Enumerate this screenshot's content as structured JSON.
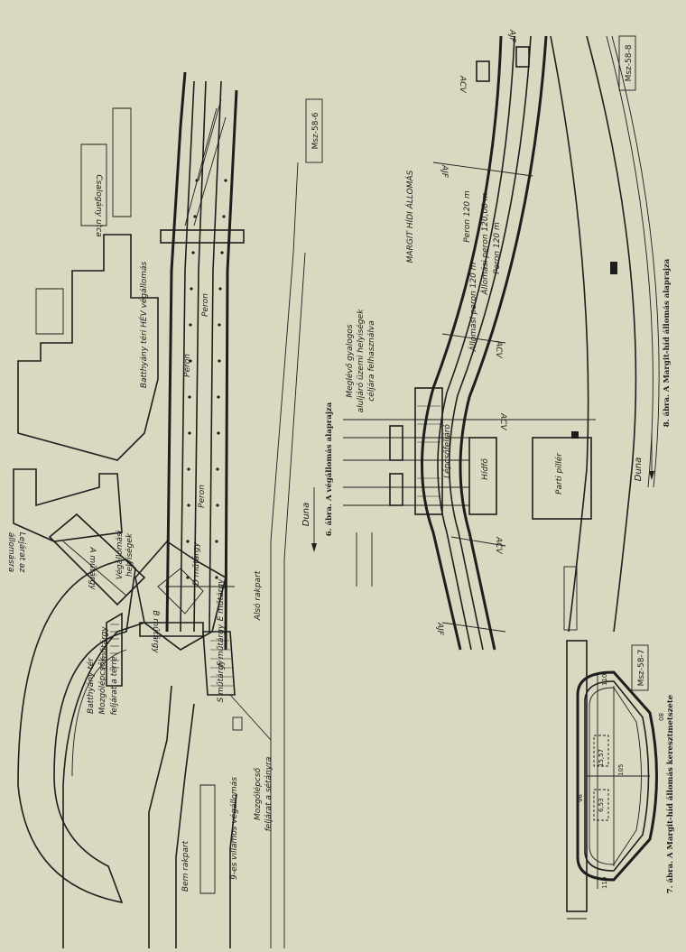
{
  "figure6": {
    "caption": "6. ábra. A végállomás alaprajza",
    "stamp": "Msz-58-6",
    "labels": {
      "hev_terminus": "Batthyány téri HÉV végállomás",
      "peron": "Peron",
      "csalogany_utca": "Csalogány utca",
      "vegallomasi_line1": "Végállomási",
      "vegallomasi_line2": "helyiségek",
      "lejarat_line1": "Lejárat az",
      "lejarat_line2": "állomásra",
      "a_mutargy": "A műtárgy",
      "batthyany_line1": "Batthyány tér",
      "batthyany_line2": "Mozgólépcsők",
      "batthyany_line3": "feljárat a térre",
      "c_mutargy": "C műtárgy",
      "b_mutargy": "B műtárgy",
      "d_mutargy": "D műtárgy",
      "e_mutargy": "E műtárgy",
      "f_mutargy": "F műtárgy",
      "s_mutargy": "S műtárgy",
      "also_rakpart": "Alsó rakpart",
      "bem_rakpart": "Bem rakpart",
      "tram_terminus": "9-es villamos végállomás",
      "mozgolepcso_line1": "Mozgólépcső",
      "mozgolepcso_line2": "feljárat a sétányra",
      "duna": "Duna"
    }
  },
  "figure8": {
    "caption": "8. ábra. A Margit-híd állomás alaprajza",
    "stamp": "Msz-58-8",
    "labels": {
      "station_name": "MARGIT HÍDI ÁLLOMÁS",
      "peron_120": "Peron 120 m",
      "allomasi_peron_12000": "Állomási peron 120,00 m",
      "allomasi_peron_120": "Állomási peron 120 m",
      "gyalogos_line1": "Meglévő gyalogos",
      "gyalogos_line2": "aluljáró üzemi helyiségek",
      "gyalogos_line3": "céljára felhasználva",
      "gyalogos_line4": "",
      "lepcso": "Lépcsőfeljáró",
      "hidfo": "Hídfő",
      "parti_piller": "Parti pillér",
      "duna": "Duna",
      "acv": "ACV",
      "ajf": "AJF"
    }
  },
  "figure7": {
    "caption": "7. ábra. A Margit-híd állomás keresztmetszete",
    "stamp": "Msz-58-7",
    "dimensions": {
      "d110": "110",
      "d119": "119",
      "d1557": "15,57",
      "d653": "6,53",
      "d105": "105",
      "d80": "80",
      "d96": "96"
    }
  }
}
